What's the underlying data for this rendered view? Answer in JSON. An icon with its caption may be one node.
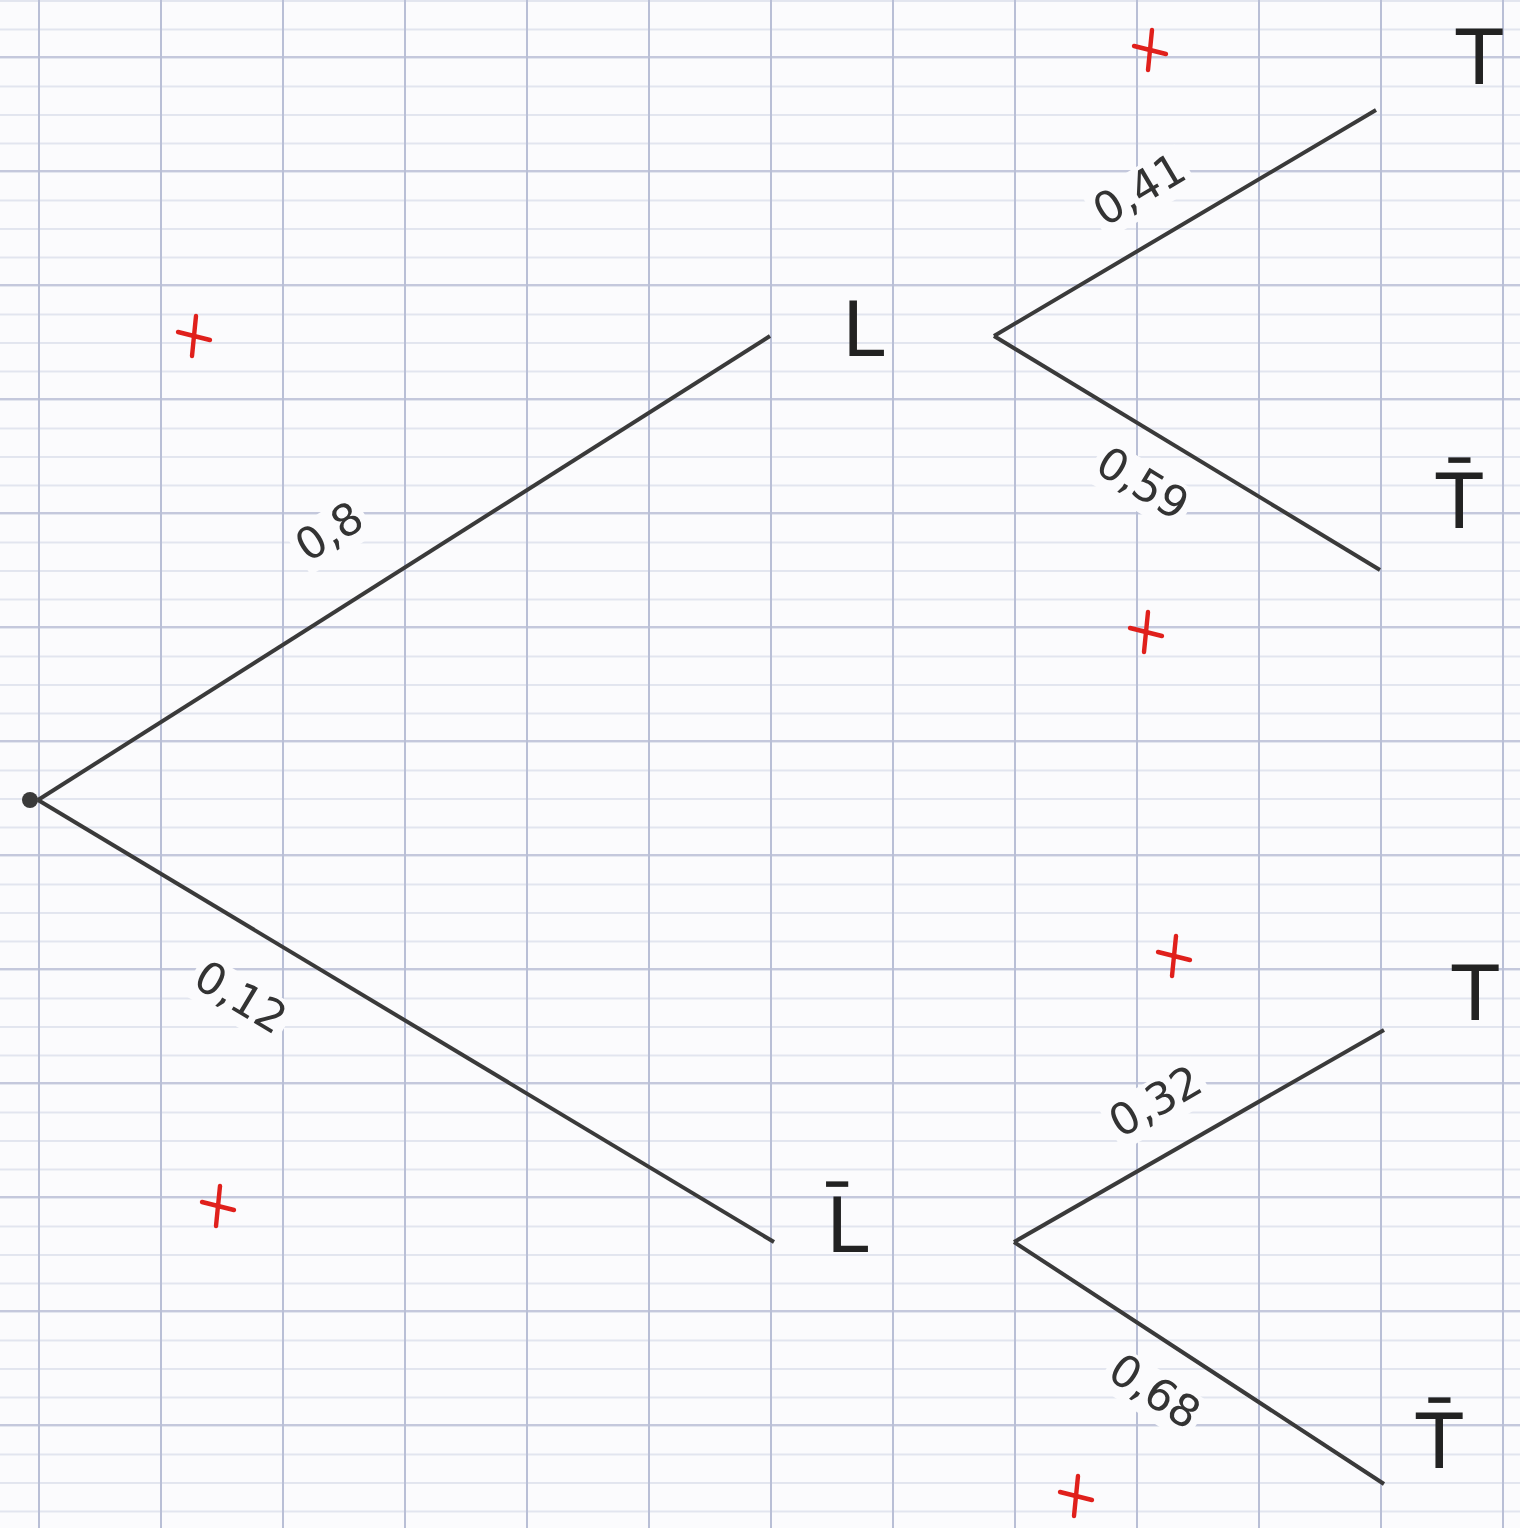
{
  "diagram": {
    "nodes": [
      {
        "text": [],
        "shape": "point"
      },
      {
        "text": [
          "L"
        ]
      },
      {
        "text": [
          "L̄"
        ]
      },
      {
        "text": [
          "T"
        ]
      },
      {
        "text": [
          "T̄"
        ]
      },
      {
        "text": [
          "T"
        ]
      },
      {
        "text": [
          "T̄"
        ]
      }
    ],
    "edges": [
      {
        "from": 0,
        "to": 1,
        "arrow": "none",
        "label": "0,8"
      },
      {
        "from": 0,
        "to": 2,
        "arrow": "none",
        "label": "0,12"
      },
      {
        "from": 1,
        "to": 3,
        "arrow": "none",
        "label": "0,41"
      },
      {
        "from": 1,
        "to": 4,
        "arrow": "none",
        "label": "0,59"
      },
      {
        "from": 2,
        "to": 5,
        "arrow": "none",
        "label": "0,32"
      },
      {
        "from": 2,
        "to": 6,
        "arrow": "none",
        "label": "0,68"
      }
    ]
  }
}
